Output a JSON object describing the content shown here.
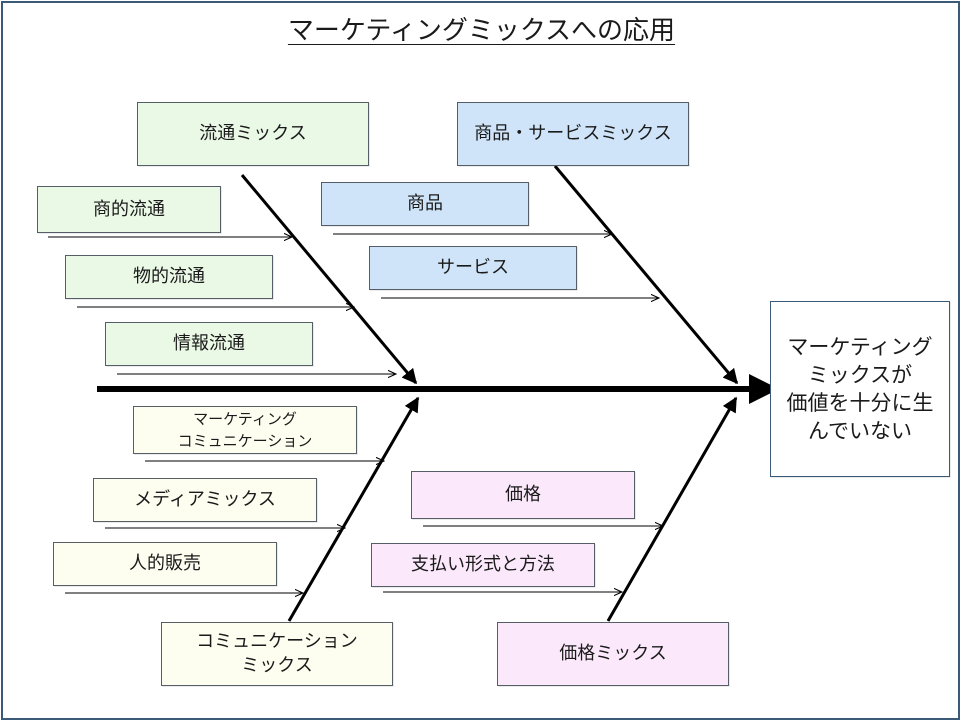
{
  "title": "マーケティングミックスへの応用",
  "effect": {
    "line1": "マーケティング",
    "line2": "ミックスが",
    "line3": "価値を十分に生",
    "line4": "んでいない"
  },
  "categories": {
    "distribution": {
      "label": "流通ミックス",
      "color": "#eaf8e6",
      "factors": [
        "商的流通",
        "物的流通",
        "情報流通"
      ]
    },
    "product": {
      "label": "商品・サービスミックス",
      "color": "#cfe4f8",
      "factors": [
        "商品",
        "サービス"
      ]
    },
    "communication": {
      "label_line1": "コミュニケーション",
      "label_line2": "ミックス",
      "color": "#fdfdf0",
      "factors": [
        {
          "line1": "マーケティング",
          "line2": "コミュニケーション"
        },
        "メディアミックス",
        "人的販売"
      ]
    },
    "price": {
      "label": "価格ミックス",
      "color": "#fbe9fb",
      "factors": [
        "価格",
        "支払い形式と方法"
      ]
    }
  }
}
